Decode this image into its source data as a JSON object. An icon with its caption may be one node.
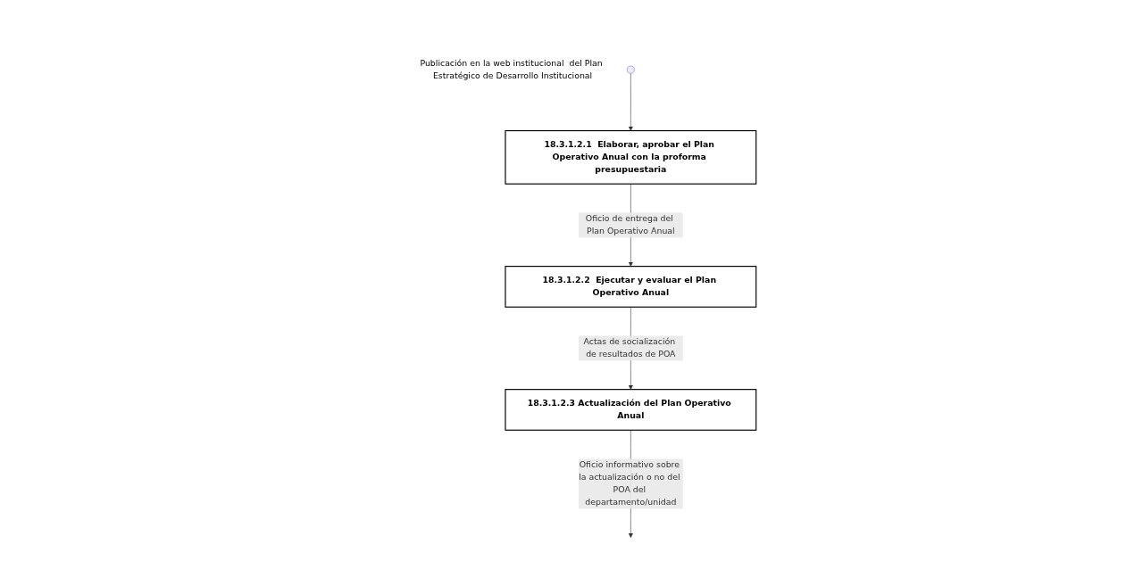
{
  "diagram": {
    "nodes": [
      {
        "text": [],
        "shape": "circle",
        "beside": [
          "Publicación en la web institucional  del Plan Estratégico de Desarrollo Institucional"
        ]
      },
      {
        "text": [
          "18.3.1.2.1  Elaborar, aprobar el Plan Operativo Anual con la proforma presupuestaria"
        ]
      },
      {
        "text": [
          "18.3.1.2.2  Ejecutar y evaluar el Plan Operativo Anual"
        ]
      },
      {
        "text": [
          "18.3.1.2.3 Actualización del Plan Operativo Anual"
        ]
      }
    ],
    "edges": [
      {
        "from": 0,
        "to": 1,
        "arrow": "to"
      },
      {
        "from": 1,
        "to": 2,
        "arrow": "to",
        "label": "Oficio de entrega del Plan Operativo Anual"
      },
      {
        "from": 2,
        "to": 3,
        "arrow": "to",
        "label": "Actas de socialización de resultados de POA"
      },
      {
        "from": 3,
        "to": null,
        "arrow": "to",
        "label": "Oficio informativo sobre la actualización o no del POA del departamento/unidad"
      }
    ]
  }
}
